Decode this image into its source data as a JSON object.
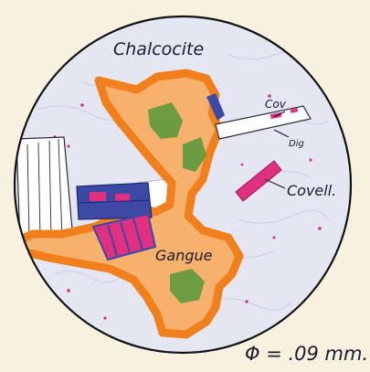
{
  "sketch": {
    "labels": {
      "chalcocite": "Chalcocite",
      "cov": "Cov",
      "dig": "Dig",
      "covell": "Covell.",
      "gangue": "Gangue",
      "scale": "Φ = .09 mm."
    },
    "colors": {
      "paper": "#f7f1df",
      "chalcocite_field": "#dfe3ee",
      "gangue_orange": "#f07f1c",
      "gangue_fill": "#f6b16c",
      "gangue_green": "#5e9a3d",
      "covellite_pink": "#e0307f",
      "digenite_blue": "#3c4aa6",
      "ink": "#1c1c2c"
    }
  }
}
